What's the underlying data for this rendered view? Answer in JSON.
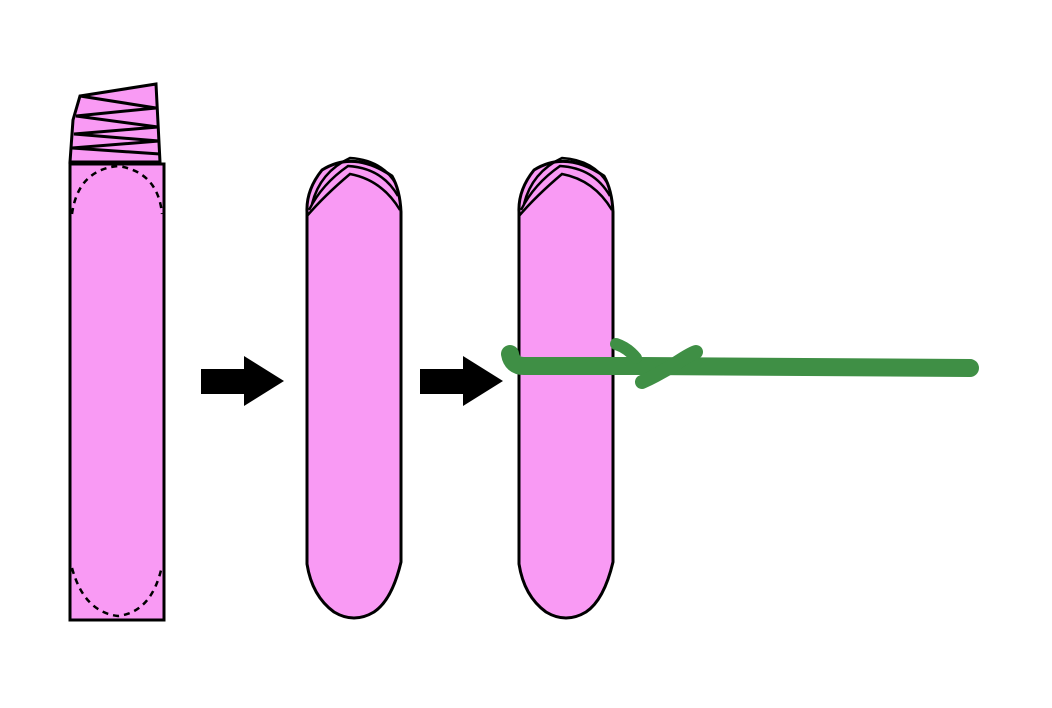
{
  "diagram": {
    "steps": [
      {
        "id": "step-1",
        "description": ""
      },
      {
        "id": "step-2",
        "description": ""
      },
      {
        "id": "step-3",
        "description": ""
      }
    ],
    "arrows": [
      {
        "from": "step-1",
        "to": "step-2"
      },
      {
        "from": "step-2",
        "to": "step-3"
      }
    ]
  },
  "colors": {
    "background": "#ffffff",
    "fabric": "#f99af4",
    "outline": "#000000",
    "cord": "#3f8f45",
    "arrow": "#000000"
  },
  "icons": {
    "fabric_strip": "fabric-strip-icon",
    "folded_strip": "folded-fabric-icon",
    "arrow": "arrow-right-icon",
    "cord": "cord-icon"
  }
}
